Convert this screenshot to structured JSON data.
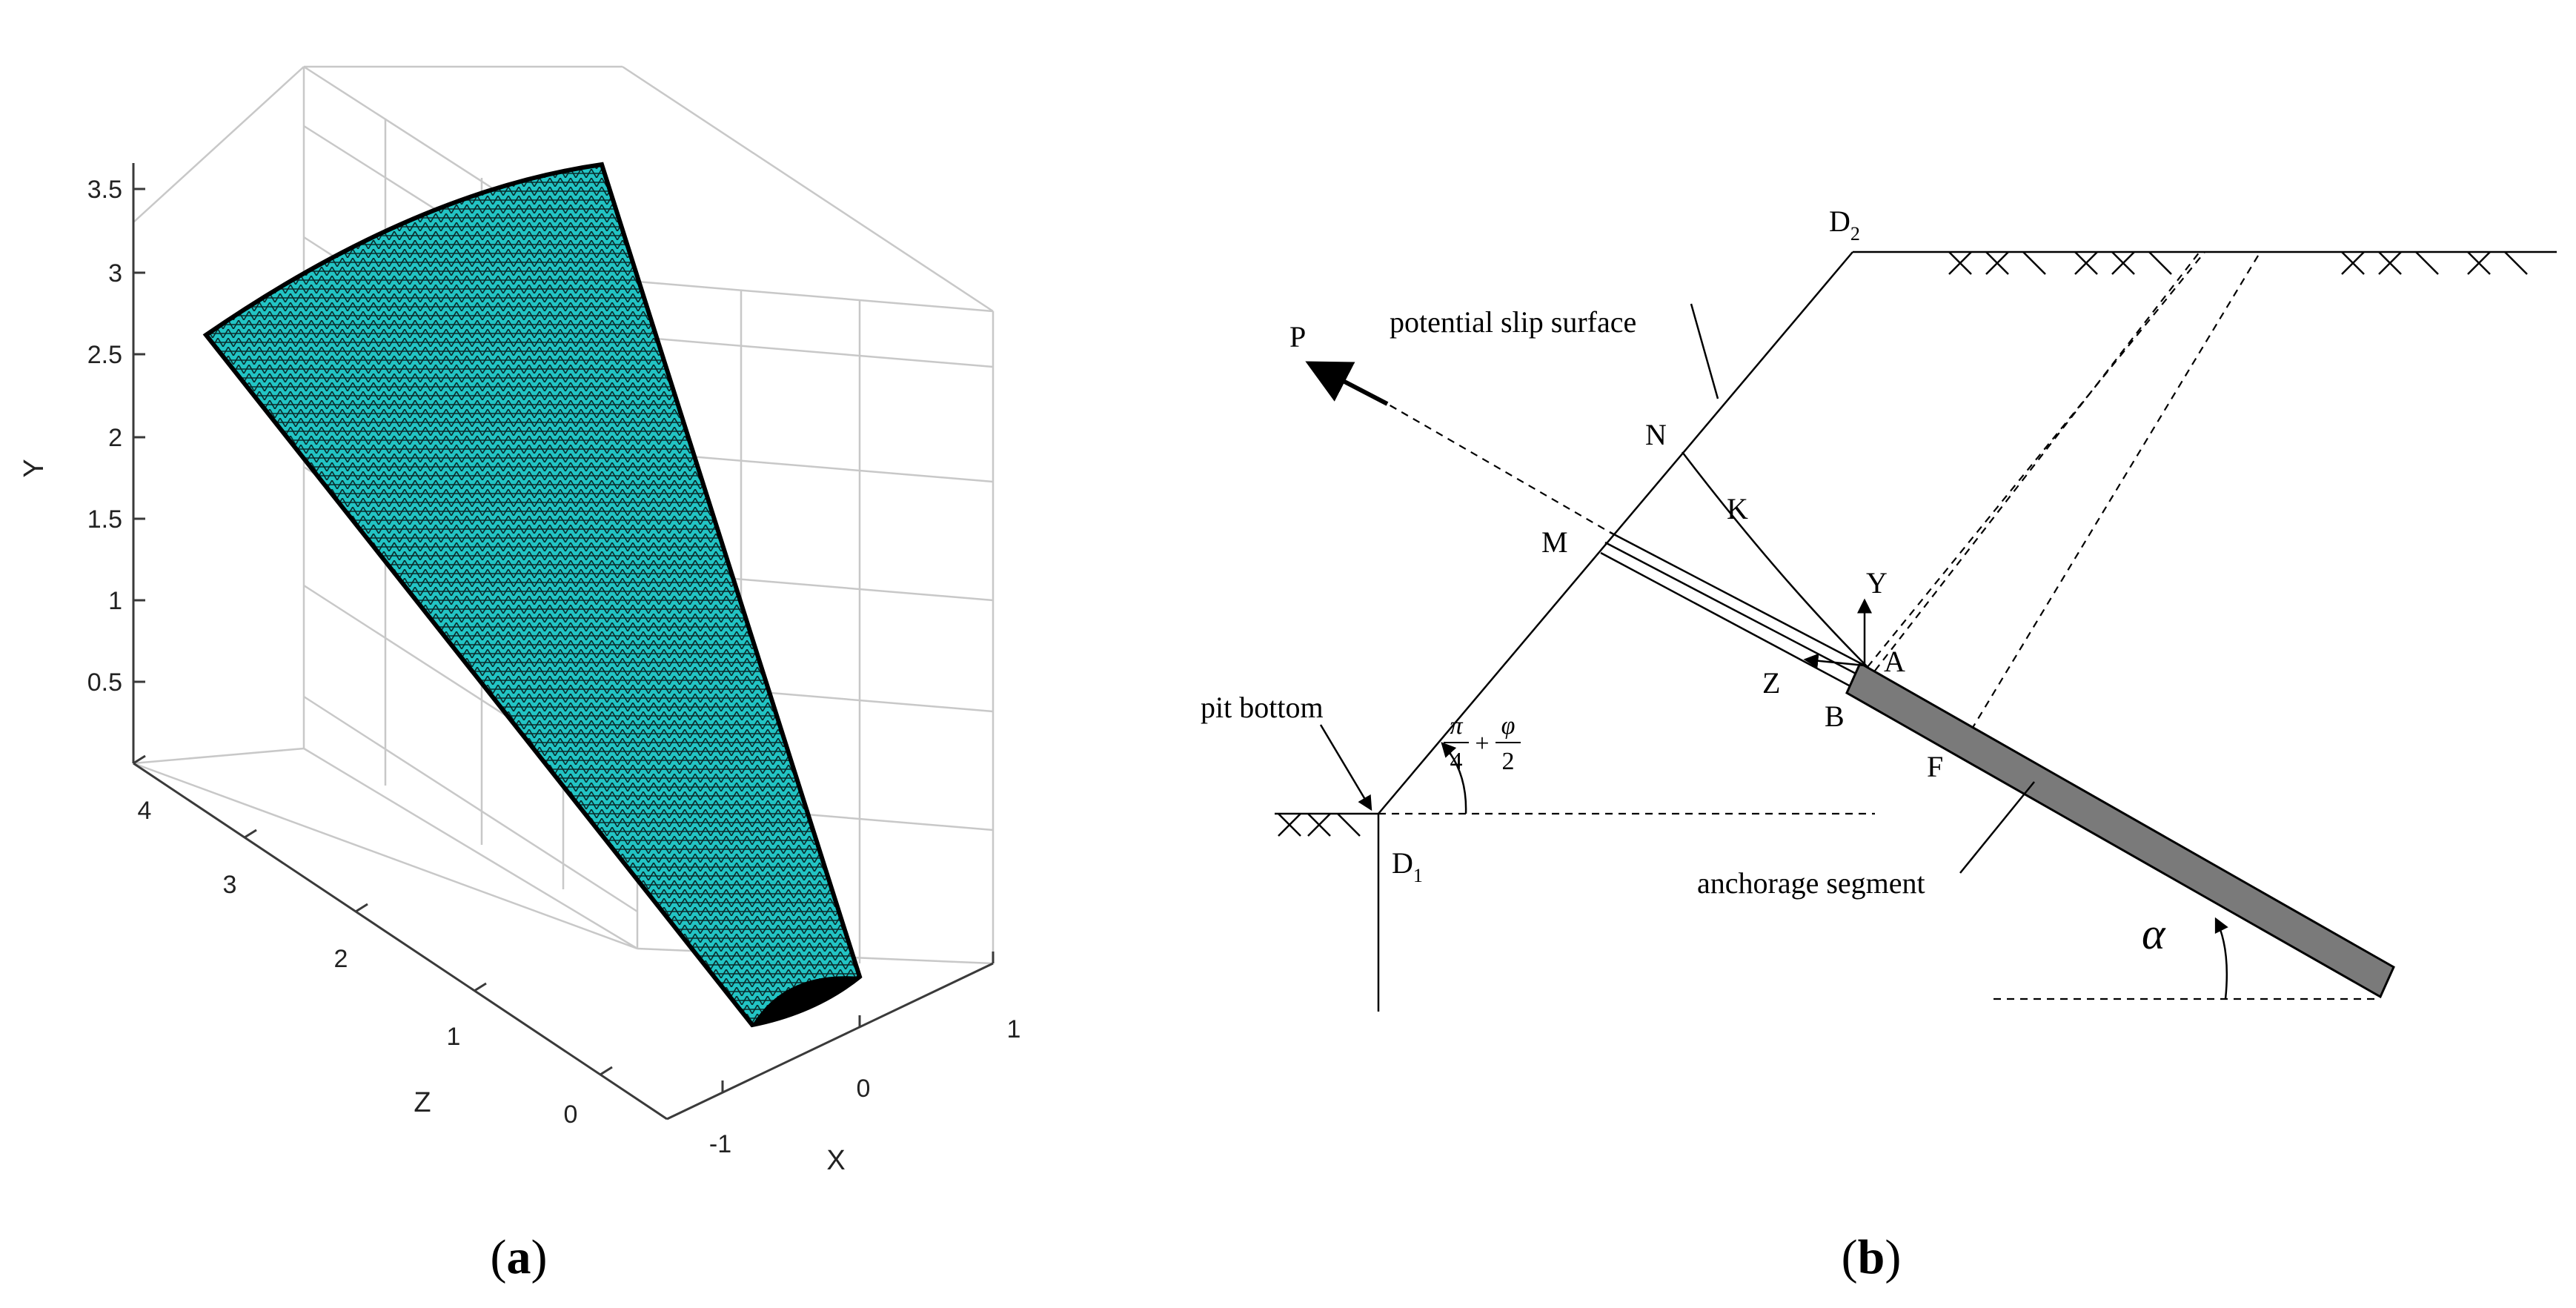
{
  "panel_a": {
    "caption_open": "(",
    "caption_letter": "a",
    "caption_close": ")",
    "axis_y": {
      "name": "Y",
      "ticks": [
        "0.5",
        "1",
        "1.5",
        "2",
        "2.5",
        "3",
        "3.5"
      ]
    },
    "axis_z": {
      "name": "Z",
      "ticks": [
        "0",
        "1",
        "2",
        "3",
        "4"
      ]
    },
    "axis_x": {
      "name": "X",
      "ticks": [
        "-1",
        "0",
        "1"
      ]
    },
    "mesh_color": "#22c4c4",
    "mesh_line_color": "#0a2a2a"
  },
  "panel_b": {
    "caption_open": "(",
    "caption_letter": "b",
    "caption_close": ")",
    "points": {
      "D2": {
        "letter": "D",
        "sub": "2"
      },
      "D1": {
        "letter": "D",
        "sub": "1"
      },
      "N": "N",
      "M": "M",
      "K": "K",
      "A": "A",
      "B": "B",
      "F": "F",
      "P": "P",
      "Y": "Y",
      "Z": "Z"
    },
    "labels": {
      "slip_surface": "potential slip surface",
      "pit_bottom": "pit bottom",
      "anchorage_segment": "anchorage segment",
      "angle_alpha": "α",
      "angle_formula": {
        "pi": "π",
        "four": "4",
        "plus": "+",
        "phi": "φ",
        "two": "2"
      }
    },
    "anchor_color": "#7a7a7a"
  }
}
